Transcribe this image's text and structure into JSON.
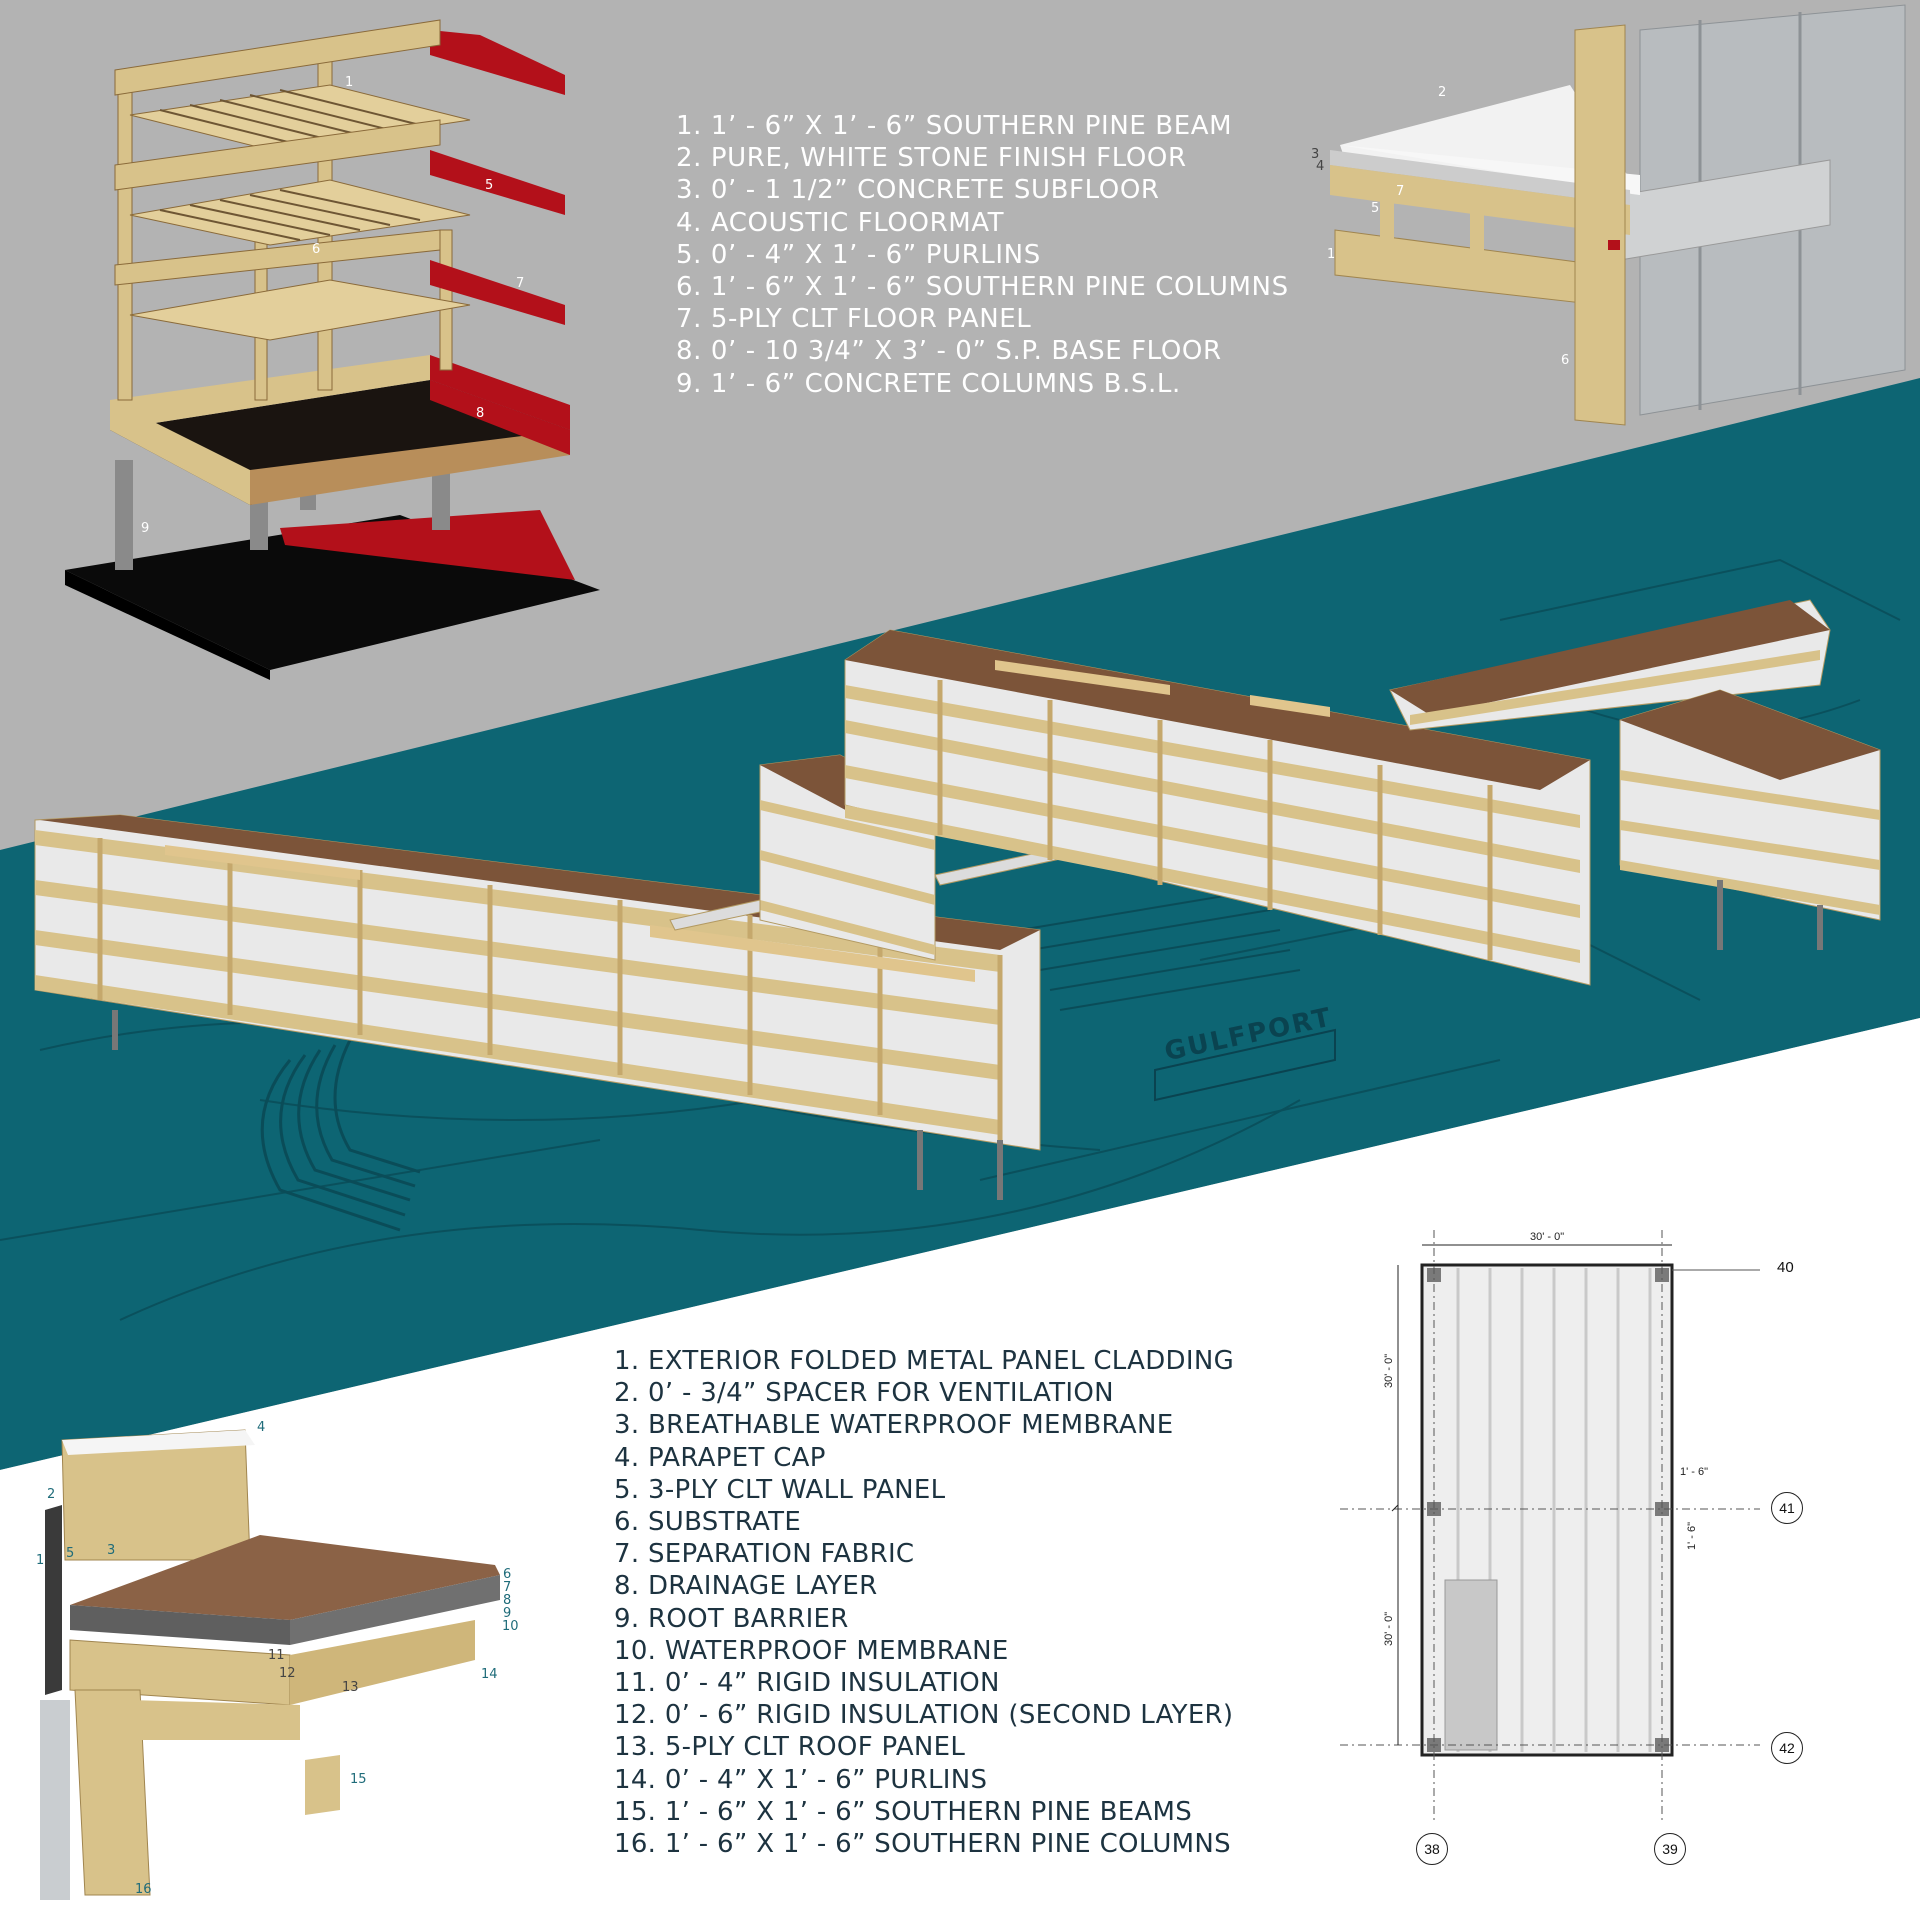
{
  "structure_legend": [
    "1.  1’ - 6” X 1’ - 6” SOUTHERN PINE BEAM",
    "2.  PURE, WHITE STONE FINISH FLOOR",
    "3.  0’ - 1 1/2” CONCRETE SUBFLOOR",
    "4.  ACOUSTIC FLOORMAT",
    "5.  0’ - 4” X 1’ - 6” PURLINS",
    "6.  1’ - 6” X 1’ - 6” SOUTHERN PINE COLUMNS",
    "7.  5-PLY CLT FLOOR PANEL",
    "8.  0’ - 10 3/4” X 3’ - 0” S.P.  BASE FLOOR",
    "9.  1’ - 6” CONCRETE COLUMNS B.S.L."
  ],
  "roof_legend": [
    "1.  EXTERIOR FOLDED METAL PANEL CLADDING",
    "2.  0’ - 3/4” SPACER FOR VENTILATION",
    "3.  BREATHABLE WATERPROOF MEMBRANE",
    "4.  PARAPET CAP",
    "5.  3-PLY CLT WALL PANEL",
    "6.  SUBSTRATE",
    "7.  SEPARATION FABRIC",
    "8.  DRAINAGE LAYER",
    "9.  ROOT BARRIER",
    "10.  WATERPROOF MEMBRANE",
    "11.  0’ - 4” RIGID INSULATION",
    "12.  0’ - 6” RIGID INSULATION (SECOND LAYER)",
    "13.  5-PLY CLT ROOF PANEL",
    "14.  0’ - 4” X 1’ - 6” PURLINS",
    "15.  1’ - 6” X 1’ - 6” SOUTHERN PINE BEAMS",
    "16.  1’ - 6” X 1’ - 6” SOUTHERN PINE COLUMNS"
  ],
  "frame_tags": [
    "1",
    "5",
    "6",
    "7",
    "8",
    "9"
  ],
  "floor_detail_tags": [
    "2",
    "3",
    "4",
    "7",
    "5",
    "1",
    "6"
  ],
  "roof_detail_tags": [
    "4",
    "2",
    "1",
    "5",
    "3",
    "6",
    "7",
    "8",
    "9",
    "10",
    "11",
    "12",
    "13",
    "14",
    "15",
    "16"
  ],
  "site_sign": "GULFPORT",
  "plan": {
    "dim_top": "30' - 0\"",
    "dim_left_upper": "30' - 0\"",
    "dim_left_lower": "30' - 0\"",
    "dim_column_h": "1' - 6\"",
    "dim_column_v": "1' - 6\"",
    "grid_rows": [
      "40",
      "41",
      "42"
    ],
    "grid_cols": [
      "38",
      "39"
    ]
  },
  "colors": {
    "background_gray": "#b3b3b3",
    "teal_band": "#0d6573",
    "white_area": "#ffffff",
    "timber": "#d8c28a",
    "clt_highlight": "#b3101a",
    "roof_soil": "#8b6246"
  }
}
